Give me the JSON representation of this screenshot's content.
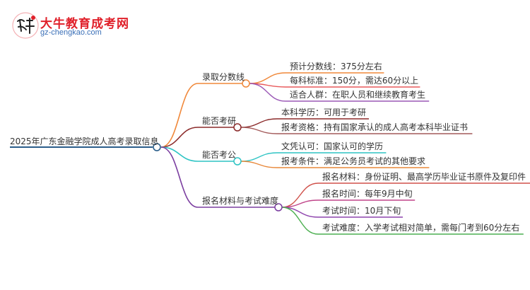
{
  "watermark": {
    "logo_chars": "大牛",
    "site_name": "大牛教育成考网",
    "site_url": "gz-chengkao.com"
  },
  "mindmap": {
    "root": "2025年广东金融学院成人高考录取信息",
    "branches": [
      {
        "label": "录取分数线",
        "color": "#f0883a",
        "children": [
          {
            "text": "预计分数线：375分左右",
            "color": "#f0883a"
          },
          {
            "text": "每科标准：150分，需达60分以上",
            "color": "#e8585a"
          },
          {
            "text": "适合人群：在职人员和继续教育考生",
            "color": "#9b59b6"
          }
        ]
      },
      {
        "label": "能否考研",
        "color": "#8b2a2a",
        "children": [
          {
            "text": "本科学历：可用于考研",
            "color": "#8b2a2a"
          },
          {
            "text": "报考资格：持有国家承认的成人高考本科毕业证书",
            "color": "#a35a5a"
          }
        ]
      },
      {
        "label": "能否考公",
        "color": "#2ec4c4",
        "children": [
          {
            "text": "文凭认可：国家认可的学历",
            "color": "#2ec4c4"
          },
          {
            "text": "报考条件：满足公务员考试的其他要求",
            "color": "#e8883a"
          }
        ]
      },
      {
        "label": "报名材料与考试难度",
        "color": "#7b3ea0",
        "children": [
          {
            "text": "报名材料：身份证明、最高学历毕业证书原件及复印件",
            "color": "#d0504a"
          },
          {
            "text": "报名时间：每年9月中旬",
            "color": "#c0458a"
          },
          {
            "text": "考试时间：10月下旬",
            "color": "#8e44ad"
          },
          {
            "text": "考试难度：入学考试相对简单，需每门考到60分左右",
            "color": "#4caf50"
          }
        ]
      }
    ],
    "root_color": "#2a5d8a"
  }
}
